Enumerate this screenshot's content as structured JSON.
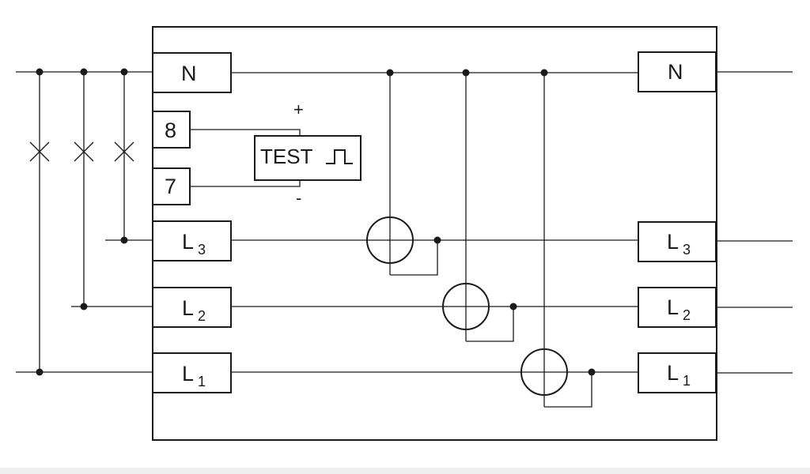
{
  "terminals": {
    "n_in": "N",
    "n_out": "N",
    "t8": "8",
    "t7": "7",
    "l3_in": {
      "main": "L",
      "sub": "3"
    },
    "l2_in": {
      "main": "L",
      "sub": "2"
    },
    "l1_in": {
      "main": "L",
      "sub": "1"
    },
    "l3_out": {
      "main": "L",
      "sub": "3"
    },
    "l2_out": {
      "main": "L",
      "sub": "2"
    },
    "l1_out": {
      "main": "L",
      "sub": "1"
    }
  },
  "test_button": {
    "label": "TEST",
    "plus": "+",
    "minus": "-"
  },
  "colors": {
    "line": "#1a1a1a",
    "background": "#ffffff"
  }
}
